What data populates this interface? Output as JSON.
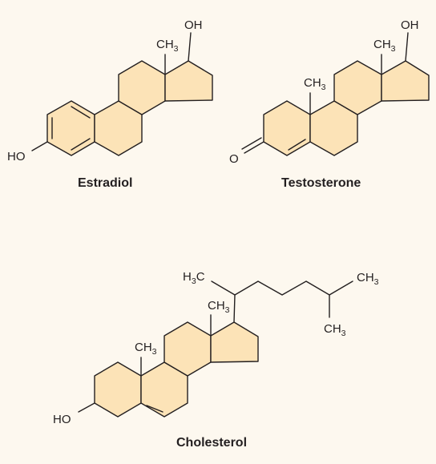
{
  "colors": {
    "background": "#fdf8ef",
    "ring_fill": "#fce3b7",
    "line": "#231f20"
  },
  "molecules": {
    "estradiol": {
      "name": "Estradiol",
      "labels": {
        "oh_top": "OH",
        "ch3": "CH",
        "ch3_sub": "3",
        "ho": "HO"
      }
    },
    "testosterone": {
      "name": "Testosterone",
      "labels": {
        "oh_top": "OH",
        "ch3_a": "CH",
        "ch3_a_sub": "3",
        "ch3_b": "CH",
        "ch3_b_sub": "3",
        "o": "O"
      }
    },
    "cholesterol": {
      "name": "Cholesterol",
      "labels": {
        "h3c": "H",
        "h3c_sub": "3",
        "h3c_c": "C",
        "ch3_right": "CH",
        "ch3_right_sub": "3",
        "ch3_low": "CH",
        "ch3_low_sub": "3",
        "ch3_a": "CH",
        "ch3_a_sub": "3",
        "ch3_b": "CH",
        "ch3_b_sub": "3",
        "ho": "HO"
      }
    }
  }
}
